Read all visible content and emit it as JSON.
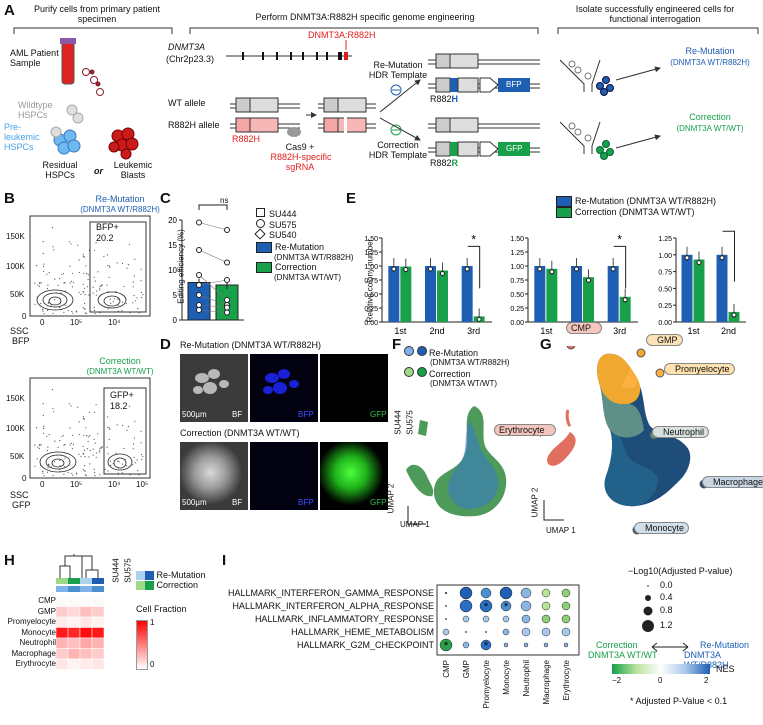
{
  "panels": {
    "a": "A",
    "b": "B",
    "c": "C",
    "d": "D",
    "e": "E",
    "f": "F",
    "g": "G",
    "h": "H",
    "i": "I"
  },
  "a": {
    "step1": "Purify cells from primary patient specimen",
    "step2": "Perform DNMT3A:R882H specific genome engineering",
    "step3": "Isolate successfully engineered cells for functional interrogation",
    "aml_sample": "AML Patient Sample",
    "wildtype_hspcs": "Wildtype HSPCs",
    "preleukemic_hspcs": "Pre-leukemic HSPCs",
    "residual": "Residual HSPCs",
    "or": "or",
    "leukemic": "Leukemic Blasts",
    "gene": "DNMT3A",
    "locus": "(Chr2p23.3)",
    "mutation": "DNMT3A:R882H",
    "wt_allele": "WT allele",
    "r882h_allele": "R882H allele",
    "r882h_box": "R882H",
    "cas9": "Cas9 +",
    "sgrna1": "R882H-specific",
    "sgrna2": "sgRNA",
    "remut_tpl1": "Re-Mutation",
    "remut_tpl2": "HDR Template",
    "corr_tpl1": "Correction",
    "corr_tpl2": "HDR Template",
    "r882h_out_prefix": "R882",
    "r882h_out_suffix": "H",
    "r882r_out_prefix": "R882",
    "r882r_out_suffix": "R",
    "bfp": "BFP",
    "gfp": "GFP",
    "remut_label": "Re-Mutation",
    "remut_geno": "(DNMT3A WT/R882H)",
    "corr_label": "Correction",
    "corr_geno": "(DNMT3A WT/WT)"
  },
  "b": {
    "top_title1": "Re-Mutation",
    "top_title2": "(DNMT3A WT/R882H)",
    "top_gate": "BFP+",
    "top_pct": "20.2",
    "top_xaxis": "BFP",
    "bot_title1": "Correction",
    "bot_title2": "(DNMT3A WT/WT)",
    "bot_gate": "GFP+",
    "bot_pct": "18.2",
    "bot_xaxis": "GFP",
    "yaxis": "SSC",
    "yticks": [
      "150K",
      "100K",
      "50K",
      "0"
    ],
    "xticks": [
      "0",
      "10⁵",
      "10⁴"
    ],
    "xticks_bot": [
      "0",
      "10⁵",
      "10⁴",
      "10⁵"
    ]
  },
  "c": {
    "ylabel": "Editing efficiency (%)",
    "yticks": [
      "0",
      "5",
      "10",
      "15",
      "20"
    ],
    "ns": "ns",
    "legend": [
      "SU444",
      "SU575",
      "SU540"
    ],
    "remut": "Re-Mutation",
    "remut_geno": "(DNMT3A WT/R882H)",
    "corr": "Correction",
    "corr_geno": "(DNMT3A WT/WT)"
  },
  "d": {
    "remut_title": "Re-Mutation (DNMT3A WT/R882H)",
    "corr_title": "Correction (DNMT3A WT/WT)",
    "bf": "BF",
    "bfp": "BFP",
    "gfp": "GFP",
    "scale": "500µm"
  },
  "e": {
    "ylabel": "Relative colony number",
    "legend_remut": "Re-Mutation (DNMT3A WT/R882H)",
    "legend_corr": "Correction (DNMT3A WT/WT)",
    "star": "*",
    "yticks": [
      "0.00",
      "0.25",
      "0.50",
      "0.75",
      "1.00",
      "1.25",
      "1.50"
    ],
    "yticks2": [
      "0.00",
      "0.25",
      "0.50",
      "0.75",
      "1.00",
      "1.25"
    ]
  },
  "chart_data": [
    {
      "type": "bar",
      "title": "SU444",
      "categories": [
        "1st",
        "2nd",
        "3rd"
      ],
      "series": [
        {
          "name": "Re-Mutation (DNMT3A WT/R882H)",
          "values": [
            1.0,
            1.0,
            1.0
          ]
        },
        {
          "name": "Correction (DNMT3A WT/WT)",
          "values": [
            0.99,
            0.92,
            0.1
          ]
        }
      ],
      "ylabel": "Relative colony number",
      "ylim": [
        0,
        1.5
      ]
    },
    {
      "type": "bar",
      "title": "SU575",
      "categories": [
        "1st",
        "2nd",
        "3rd"
      ],
      "series": [
        {
          "name": "Re-Mutation (DNMT3A WT/R882H)",
          "values": [
            1.0,
            1.0,
            1.0
          ]
        },
        {
          "name": "Correction (DNMT3A WT/WT)",
          "values": [
            0.95,
            0.8,
            0.45
          ]
        }
      ],
      "ylabel": "Relative colony number",
      "ylim": [
        0,
        1.5
      ]
    },
    {
      "type": "bar",
      "title": "SU540",
      "categories": [
        "1st",
        "2nd"
      ],
      "series": [
        {
          "name": "Re-Mutation (DNMT3A WT/R882H)",
          "values": [
            1.0,
            1.0
          ]
        },
        {
          "name": "Correction (DNMT3A WT/WT)",
          "values": [
            0.93,
            0.15
          ]
        }
      ],
      "ylabel": "Relative colony number",
      "ylim": [
        0,
        1.25
      ]
    },
    {
      "type": "bar",
      "title": "",
      "categories": [
        "Re-Mutation",
        "Correction"
      ],
      "series": [
        {
          "name": "Editing efficiency",
          "values": [
            7.5,
            7.0
          ]
        }
      ],
      "ylabel": "Editing efficiency (%)",
      "ylim": [
        0,
        20
      ]
    }
  ],
  "f": {
    "col1": "SU444",
    "col2": "SU575",
    "remut": "Re-Mutation",
    "remut_geno": "(DNMT3A WT/R882H)",
    "corr": "Correction",
    "corr_geno": "(DNMT3A WT/WT)",
    "umap1": "UMAP 1",
    "umap2": "UMAP 2"
  },
  "g": {
    "gmp": "GMP",
    "cmp": "CMP",
    "promyelocyte": "Promyelocyte",
    "erythrocyte": "Erythrocyte",
    "neutrophil": "Neutrophil",
    "macrophage": "Macrophage",
    "monocyte": "Monocyte",
    "umap1": "UMAP 1",
    "umap2": "UMAP 2"
  },
  "h": {
    "col1": "SU444",
    "col2": "SU575",
    "remut": "Re-Mutation",
    "corr": "Correction",
    "rows": [
      "CMP",
      "GMP",
      "Promyelocyte",
      "Monocyte",
      "Neutrophil",
      "Macrophage",
      "Erythrocyte"
    ],
    "legend_title": "Cell Fraction",
    "legend_max": "1",
    "legend_min": "0"
  },
  "i": {
    "pathways": [
      "HALLMARK_INTERFERON_GAMMA_RESPONSE",
      "HALLMARK_INTERFERON_ALPHA_RESPONSE",
      "HALLMARK_INFLAMMATORY_RESPONSE",
      "HALLMARK_HEME_METABOLISM",
      "HALLMARK_G2M_CHECKPOINT"
    ],
    "celltypes": [
      "CMP",
      "GMP",
      "Promyelocyte",
      "Monocyte",
      "Neutrophil",
      "Macrophage",
      "Erythrocyte"
    ],
    "size_title": "−Log10(Adjusted P-value)",
    "size_vals": [
      "0.0",
      "0.4",
      "0.8",
      "1.2"
    ],
    "corr": "Correction",
    "corr_geno": "DNMT3A WT/WT",
    "remut": "Re-Mutation",
    "remut_geno": "DNMT3A WT/R882H",
    "nes": "NES",
    "nes_ticks": [
      "−2",
      "0",
      "2"
    ],
    "footnote": "* Adjusted P-Value < 0.1"
  }
}
